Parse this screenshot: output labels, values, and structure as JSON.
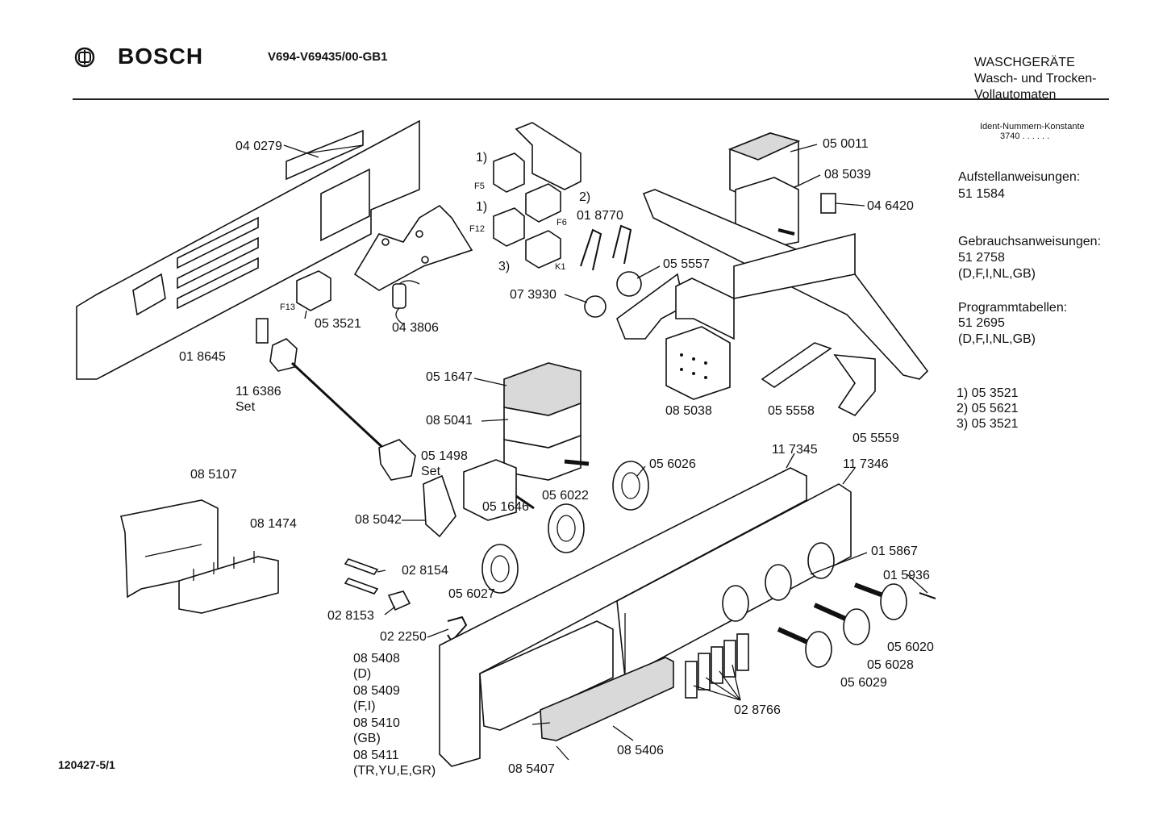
{
  "header": {
    "brand": "BOSCH",
    "model": "V694-V69435/00-GB1",
    "category": [
      "WASCHGERÄTE",
      "Wasch- und Trocken-",
      "Vollautomaten"
    ]
  },
  "ident": {
    "label": "Ident-Nummern-Konstante",
    "value": "3740  . .   . . . ."
  },
  "docs": {
    "aufstell_label": "Aufstellanweisungen:",
    "aufstell_value": "51 1584",
    "gebrauch_label": "Gebrauchsanweisungen:",
    "gebrauch_value": "51 2758",
    "gebrauch_lang": "(D,F,I,NL,GB)",
    "programm_label": "Programmtabellen:",
    "programm_value": "51 2695",
    "programm_lang": "(D,F,I,NL,GB)"
  },
  "footnotes": [
    "1) 05 3521",
    "2) 05 5621",
    "3) 05 3521"
  ],
  "parts": {
    "p040279": "04 0279",
    "p050011": "05 0011",
    "p085039": "08 5039",
    "p046420": "04 6420",
    "p018770": "01 8770",
    "p055557": "05 5557",
    "p073930": "07 3930",
    "p053521": "05 3521",
    "p043806": "04 3806",
    "p018645": "01 8645",
    "p116386": "11 6386",
    "set1": "Set",
    "p051647": "05 1647",
    "p085041": "08 5041",
    "p085038": "08 5038",
    "p055558": "05 5558",
    "p055559": "05 5559",
    "p051498": "05 1498",
    "set2": "Set",
    "p056026": "05 6026",
    "p056022": "05 6022",
    "p051646": "05 1646",
    "p085042": "08 5042",
    "p117345": "11 7345",
    "p117346": "11 7346",
    "p085107": "08 5107",
    "p081474": "08 1474",
    "p028154": "02 8154",
    "p028153": "02 8153",
    "p056027": "05 6027",
    "p022250": "02 2250",
    "p015867": "01 5867",
    "p015936": "01 5936",
    "p056020": "05 6020",
    "p056028": "05 6028",
    "p056029": "05 6029",
    "p028766": "02 8766",
    "p085406": "08 5406",
    "p085407": "08 5407",
    "p085408": "08 5408",
    "v085408": "(D)",
    "p085409": "08 5409",
    "v085409": "(F,I)",
    "p085410": "08 5410",
    "v085410": "(GB)",
    "p085411": "08 5411",
    "v085411": "(TR,YU,E,GR)",
    "m1a": "1)",
    "m1b": "1)",
    "m2": "2)",
    "m3": "3)",
    "f5": "F5",
    "f6": "F6",
    "f12": "F12",
    "k1": "K1",
    "f13": "F13"
  },
  "doc_number": "120427-5/1"
}
